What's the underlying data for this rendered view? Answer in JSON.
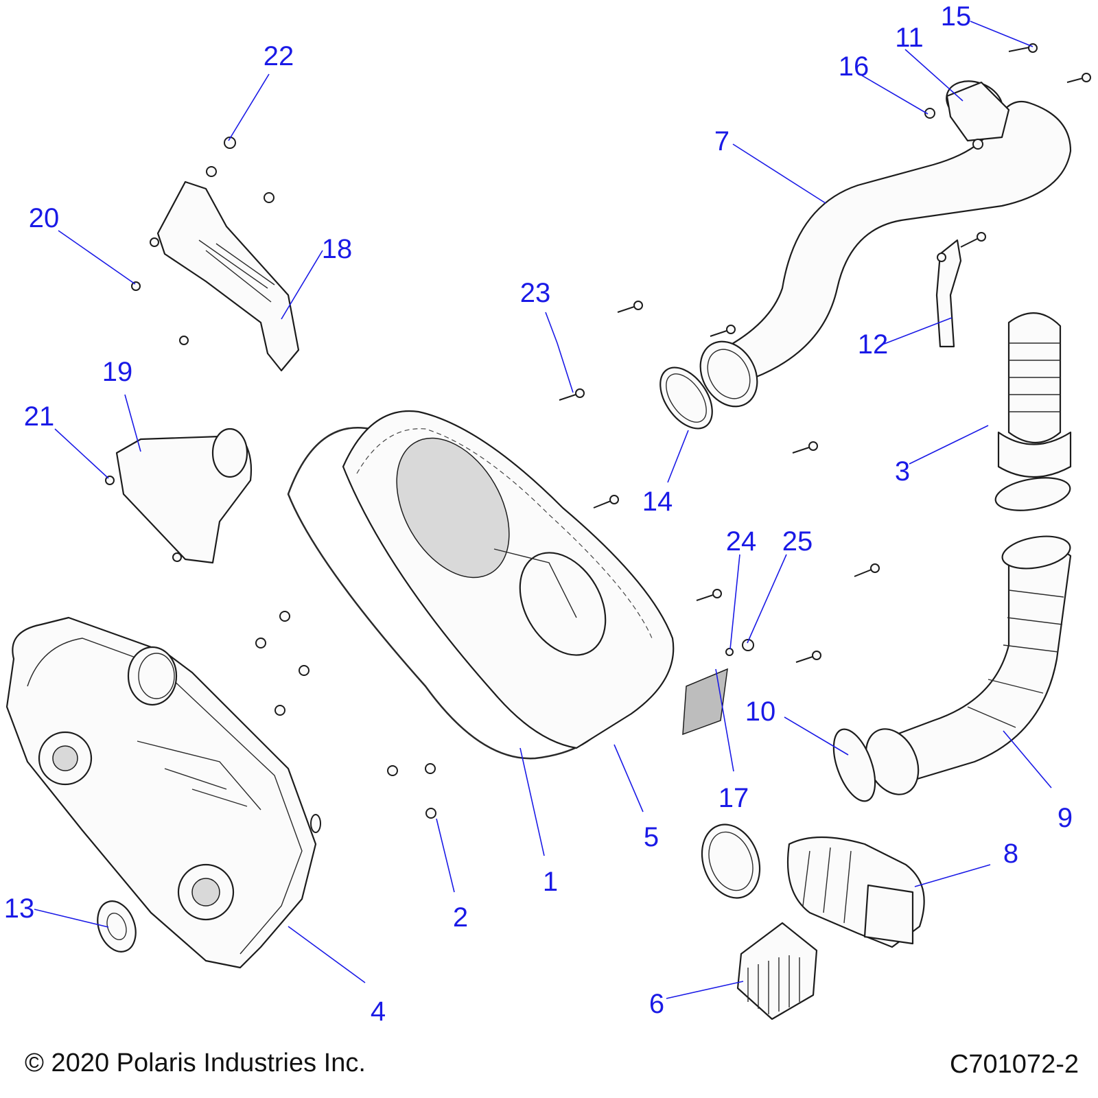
{
  "callouts": [
    "1",
    "2",
    "3",
    "4",
    "5",
    "6",
    "7",
    "8",
    "9",
    "10",
    "11",
    "12",
    "13",
    "14",
    "15",
    "16",
    "17",
    "18",
    "19",
    "20",
    "21",
    "22",
    "23",
    "24",
    "25"
  ],
  "footer": {
    "copyright": "© 2020 Polaris Industries Inc.",
    "figure_code": "C701072-2"
  },
  "colors": {
    "callout": "#1a1ae6",
    "line_art": "#1c1c1c"
  }
}
